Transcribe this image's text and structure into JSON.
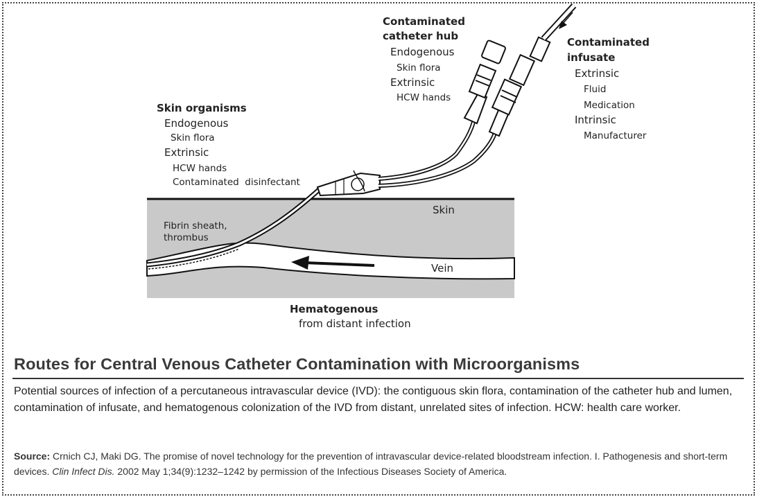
{
  "diagram": {
    "labels": {
      "skin_organisms": {
        "heading": "Skin organisms",
        "endogenous": "Endogenous",
        "skin_flora": "Skin flora",
        "extrinsic": "Extrinsic",
        "hcw_hands": "HCW hands",
        "contaminated_disinfectant": "Contaminated  disinfectant"
      },
      "catheter_hub": {
        "heading_line1": "Contaminated",
        "heading_line2": "catheter hub",
        "endogenous": "Endogenous",
        "skin_flora": "Skin flora",
        "extrinsic": "Extrinsic",
        "hcw_hands": "HCW hands"
      },
      "infusate": {
        "heading_line1": "Contaminated",
        "heading_line2": "infusate",
        "extrinsic": "Extrinsic",
        "fluid": "Fluid",
        "medication": "Medication",
        "intrinsic": "Intrinsic",
        "manufacturer": "Manufacturer"
      },
      "skin": "Skin",
      "fibrin_line1": "Fibrin sheath,",
      "fibrin_line2": "thrombus",
      "vein": "Vein",
      "hematogenous": "Hematogenous",
      "hematogenous_sub": "from distant infection"
    }
  },
  "caption": {
    "title": "Routes for Central Venous Catheter Contamination with Microorganisms",
    "description": "Potential sources of infection of a percutaneous intravascular device (IVD): the contiguous skin flora, contamination of the catheter hub and lumen, contamination of infusate, and hematogenous colonization of the IVD from distant, unrelated sites of infection. HCW: health care worker.",
    "source_label": "Source:",
    "source_text_1": " Crnich CJ, Maki DG. The promise of novel technology for the prevention of intravascular device-related bloodstream infection. I. Pathogenesis and short-term devices. ",
    "source_journal": "Clin Infect Dis.",
    "source_text_2": " 2002 May 1;34(9):1232–1242 by permission of the Infectious Diseases Society of America."
  },
  "colors": {
    "tissue": "#c9c9c9",
    "vein": "#ffffff",
    "line": "#111111"
  }
}
